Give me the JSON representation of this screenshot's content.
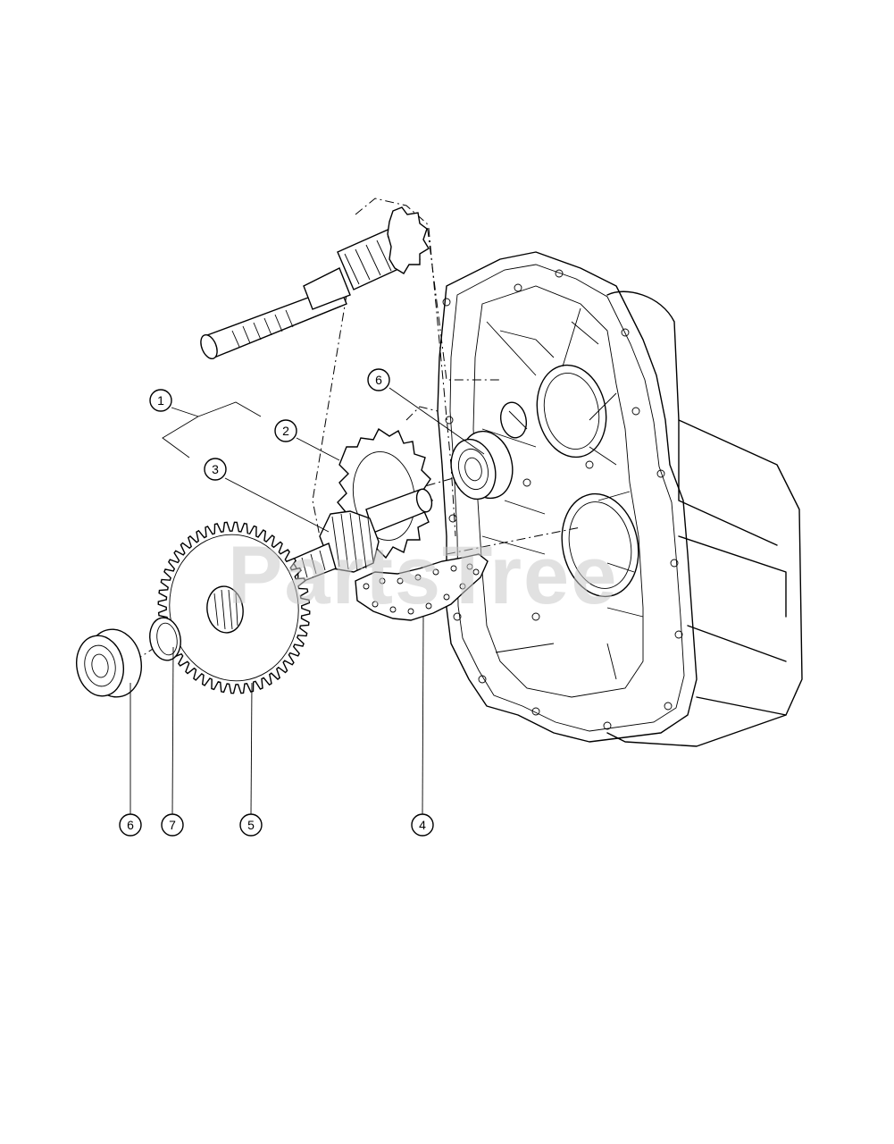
{
  "watermark": "PartsTree",
  "callouts": [
    {
      "id": "c1",
      "label": "1"
    },
    {
      "id": "c2",
      "label": "2"
    },
    {
      "id": "c3",
      "label": "3"
    },
    {
      "id": "c6a",
      "label": "6"
    },
    {
      "id": "c6b",
      "label": "6"
    },
    {
      "id": "c7",
      "label": "7"
    },
    {
      "id": "c5",
      "label": "5"
    },
    {
      "id": "c4",
      "label": "4"
    }
  ]
}
